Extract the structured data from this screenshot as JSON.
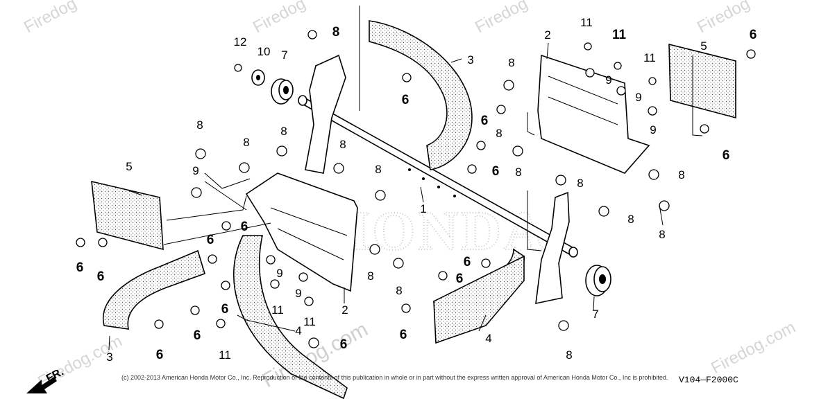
{
  "watermark": {
    "brand": "Firedog.com",
    "short": "Firedog",
    "big": "Firedog.com",
    "honda": "HONDA"
  },
  "copyright": "(c) 2002-2013 American Honda Motor Co., Inc. Reproduction of the contents of this publication in whole or in part without the express written approval of American Honda Motor Co., Inc is prohibited.",
  "diagram_code": "V104—F2000C",
  "front_marker": "FR.",
  "callouts": [
    "1",
    "2",
    "3",
    "4",
    "5",
    "6",
    "7",
    "8",
    "9",
    "10",
    "11",
    "12"
  ]
}
